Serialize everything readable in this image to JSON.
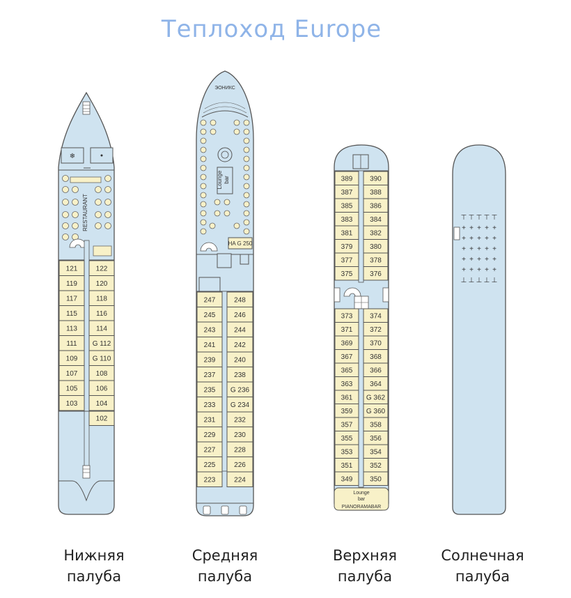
{
  "title": "Теплоход Europe",
  "colors": {
    "hull": "#cfe3f0",
    "cabin": "#f8f1c8",
    "title": "#8fb4e8",
    "outline": "#555555"
  },
  "decks": [
    {
      "name": "Нижняя палуба",
      "name_line1": "Нижняя",
      "name_line2": "палуба",
      "restaurant_label": "RESTAURANT",
      "cabins_left": [
        "121",
        "119",
        "117",
        "115",
        "113",
        "111",
        "109",
        "107",
        "105",
        "103"
      ],
      "cabins_right": [
        "122",
        "120",
        "118",
        "116",
        "114",
        "G 112",
        "G 110",
        "108",
        "106",
        "104",
        "102"
      ]
    },
    {
      "name": "Средняя палуба",
      "name_line1": "Средняя",
      "name_line2": "палуба",
      "brand_label": "ЭОНИКС",
      "lounge_label_1": "Lounge",
      "lounge_label_2": "bar",
      "special_cabin": "HA G 250",
      "cabins_left": [
        "247",
        "245",
        "243",
        "241",
        "239",
        "237",
        "235",
        "233",
        "231",
        "229",
        "227",
        "225",
        "223"
      ],
      "cabins_right": [
        "248",
        "246",
        "244",
        "242",
        "240",
        "238",
        "G 236",
        "G 234",
        "232",
        "230",
        "228",
        "226",
        "224"
      ]
    },
    {
      "name": "Верхняя палуба",
      "name_line1": "Верхняя",
      "name_line2": "палуба",
      "cabins_top_left": [
        "389",
        "387",
        "385",
        "383",
        "381",
        "379",
        "377",
        "375"
      ],
      "cabins_top_right": [
        "390",
        "388",
        "386",
        "384",
        "382",
        "380",
        "378",
        "376"
      ],
      "cabins_bottom_left": [
        "373",
        "371",
        "369",
        "367",
        "365",
        "363",
        "361",
        "359",
        "357",
        "355",
        "353",
        "351",
        "349"
      ],
      "cabins_bottom_right": [
        "374",
        "372",
        "370",
        "368",
        "366",
        "364",
        "G 362",
        "G 360",
        "358",
        "356",
        "354",
        "352",
        "350"
      ],
      "lounge_label_1": "Lounge",
      "lounge_label_2": "bar",
      "panorama_label": "PIANORAMABAR"
    },
    {
      "name": "Солнечная палуба",
      "name_line1": "Солнечная",
      "name_line2": "палуба"
    }
  ]
}
